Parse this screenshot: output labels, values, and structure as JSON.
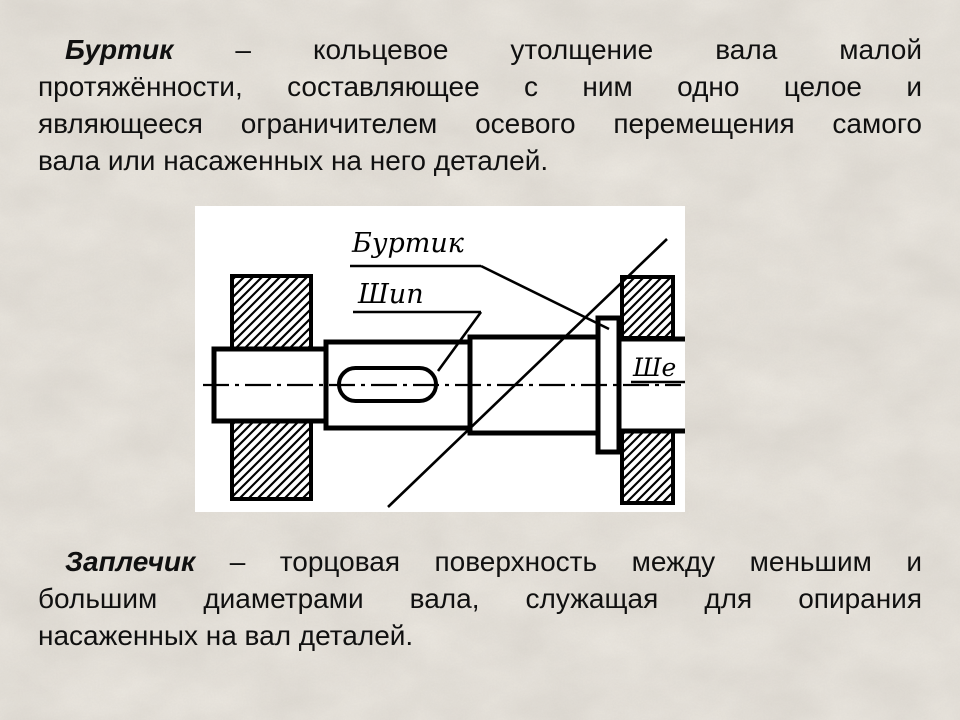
{
  "colors": {
    "background": "#ebe7e0",
    "text": "#101010",
    "drawing_background": "#ffffff",
    "drawing_ink": "#000000"
  },
  "paragraph_burtik": {
    "term": "Буртик",
    "line1_rest": "– кольцевое утолщение вала малой",
    "line2": "протяжённости, составляющее с ним одно целое и",
    "line3": "являющееся ограничителем осевого перемещения самого",
    "line4": "вала или насаженных на него деталей."
  },
  "diagram": {
    "label_burtik": "Буртик",
    "label_ship": "Шип",
    "label_neck": "Ше"
  },
  "paragraph_zaplechik": {
    "term": "Заплечик",
    "line1_rest": "– торцовая поверхность между меньшим и",
    "line2": "большим диаметрами вала, служащая для опирания",
    "line3": "насаженных на вал деталей."
  }
}
